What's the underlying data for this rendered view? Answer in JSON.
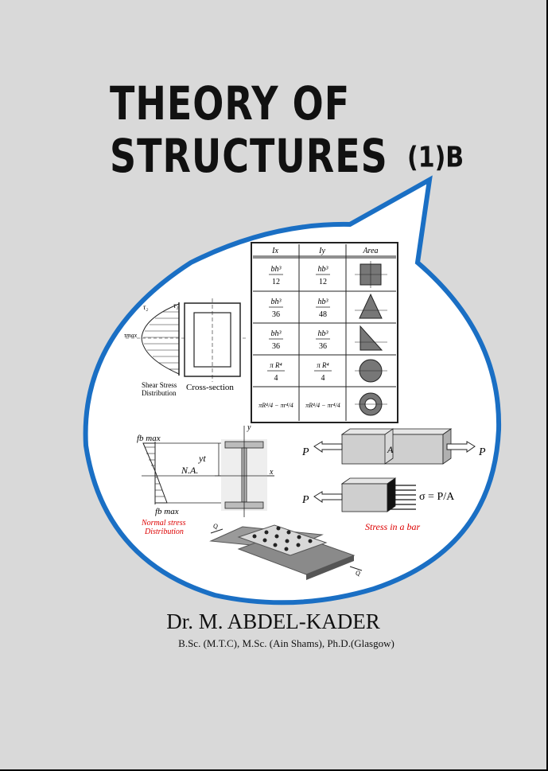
{
  "cover": {
    "title_line1": "THEORY OF",
    "title_line2": "STRUCTURES",
    "title_suffix": "(1)B",
    "author": "Dr. M. ABDEL-KADER",
    "degrees": "B.Sc. (M.T.C), M.Sc. (Ain Shams), Ph.D.(Glasgow)"
  },
  "colors": {
    "background": "#d9d9d9",
    "bubble_border": "#1a6fc4",
    "bubble_fill": "#ffffff",
    "accent_red": "#d00000"
  },
  "figures": {
    "table": {
      "headers": [
        "Ix",
        "Iy",
        "Area"
      ],
      "rows": [
        {
          "ix_num": "bh³",
          "ix_den": "12",
          "iy_num": "hb³",
          "iy_den": "12",
          "shape": "rectangle"
        },
        {
          "ix_num": "bh³",
          "ix_den": "36",
          "iy_num": "hb³",
          "iy_den": "48",
          "shape": "triangle-isosceles"
        },
        {
          "ix_num": "bh³",
          "ix_den": "36",
          "iy_num": "hb³",
          "iy_den": "36",
          "shape": "triangle-right"
        },
        {
          "ix_num": "π R⁴",
          "ix_den": "4",
          "iy_num": "π R⁴",
          "iy_den": "4",
          "shape": "circle"
        },
        {
          "ix_expr": "πR⁴/4 − πr⁴/4",
          "iy_expr": "πR⁴/4 − πr⁴/4",
          "shape": "ring"
        }
      ]
    },
    "shear": {
      "tau1": "τ₁",
      "tau2": "τ₂",
      "tau_max": "τmax",
      "caption1": "Shear Stress",
      "caption2": "Distribution",
      "cross_section": "Cross-section"
    },
    "normal": {
      "fb_top": "fb max",
      "fb_bottom": "fb max",
      "yt": "yt",
      "na": "N.A.",
      "x_axis": "x",
      "y_axis": "y",
      "caption1": "Normal stress",
      "caption2": "Distribution"
    },
    "bar": {
      "p_left": "P",
      "p_right": "P",
      "section": "A",
      "p_left2": "P",
      "sigma": "σ = P/A",
      "caption": "Stress in a bar"
    },
    "joint": {
      "q_left": "Q",
      "q_right": "Q"
    }
  }
}
